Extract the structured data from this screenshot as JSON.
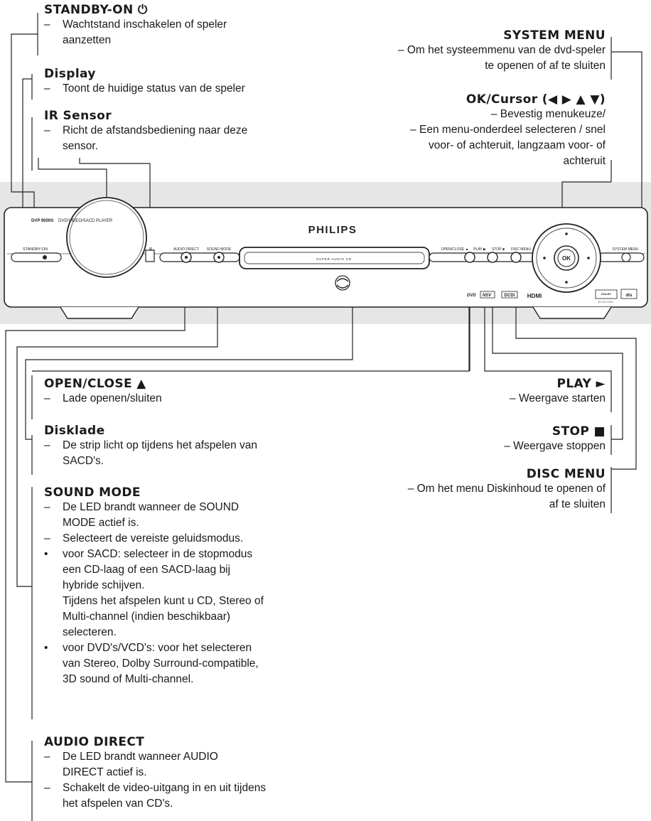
{
  "device": {
    "model": "DVP 9000S",
    "type": "DVD/VIDEO/SACD PLAYER",
    "brand": "PHILIPS",
    "tray_label": "SUPER AUDIO CD",
    "panel_labels": {
      "standby": "STANDBY-ON",
      "ir": "IR",
      "audio_direct": "AUDIO DIRECT",
      "sound_mode": "SOUND MODE",
      "open_close": "OPEN/CLOSE ▲",
      "play": "PLAY ▶",
      "stop": "STOP ■",
      "disc_menu": "DISC MENU",
      "system_menu": "SYSTEM MENU",
      "ok": "OK"
    },
    "logos": {
      "dvd": "DVD",
      "nsv": "NSV",
      "dcdi": "DCDi",
      "hdmi": "HDMI",
      "dolby": "DOLBY",
      "digital": "DIGITAL",
      "dts": "dts"
    }
  },
  "callouts": {
    "standby": {
      "title": "STANDBY-ON ⏻",
      "dash": "–",
      "lines": [
        "Wachtstand inschakelen of speler",
        "aanzetten"
      ]
    },
    "display": {
      "title": "Display",
      "dash": "–",
      "lines": [
        "Toont de huidige status van de speler"
      ]
    },
    "ir": {
      "title": "IR Sensor",
      "dash": "–",
      "lines": [
        "Richt de afstandsbediening naar deze",
        "sensor."
      ]
    },
    "system_menu": {
      "title": "SYSTEM MENU",
      "lines": [
        "– Om het systeemmenu van de dvd-speler",
        "te openen of af te sluiten"
      ]
    },
    "ok_cursor": {
      "title": "OK/Cursor (◀ ▶ ▲ ▼)",
      "lines": [
        "– Bevestig menukeuze/",
        "– Een menu-onderdeel selecteren / snel",
        "voor- of achteruit, langzaam voor- of",
        "achteruit"
      ]
    },
    "open_close": {
      "title": "OPEN/CLOSE ▲",
      "dash": "–",
      "lines": [
        "Lade openen/sluiten"
      ]
    },
    "disklade": {
      "title": "Disklade",
      "dash": "–",
      "lines": [
        "De strip licht op tijdens het afspelen van",
        "SACD's."
      ]
    },
    "play": {
      "title": "PLAY ►",
      "lines": [
        "– Weergave starten"
      ]
    },
    "stop": {
      "title": "STOP ■",
      "lines": [
        "– Weergave stoppen"
      ]
    },
    "disc_menu": {
      "title": "DISC MENU",
      "lines": [
        "– Om het menu Diskinhoud te openen of",
        "af te sluiten"
      ]
    },
    "sound_mode": {
      "title": "SOUND MODE",
      "items": [
        {
          "marker": "–",
          "lines": [
            "De LED brandt wanneer de SOUND",
            "MODE actief is."
          ]
        },
        {
          "marker": "–",
          "lines": [
            "Selecteert de vereiste geluidsmodus."
          ]
        },
        {
          "marker": "•",
          "lines": [
            "voor SACD: selecteer in de stopmodus",
            "een CD-laag of een SACD-laag bij",
            "hybride schijven.",
            "Tijdens het afspelen kunt u CD, Stereo of",
            "Multi-channel (indien beschikbaar)",
            "selecteren."
          ]
        },
        {
          "marker": "•",
          "lines": [
            "voor DVD's/VCD's: voor het selecteren",
            "van Stereo, Dolby Surround-compatible,",
            "3D sound of Multi-channel."
          ]
        }
      ]
    },
    "audio_direct": {
      "title": "AUDIO DIRECT",
      "items": [
        {
          "marker": "–",
          "lines": [
            "De LED brandt wanneer AUDIO",
            "DIRECT actief is."
          ]
        },
        {
          "marker": "–",
          "lines": [
            "Schakelt de video-uitgang in en uit tijdens",
            "het afspelen van CD's."
          ]
        }
      ]
    }
  }
}
